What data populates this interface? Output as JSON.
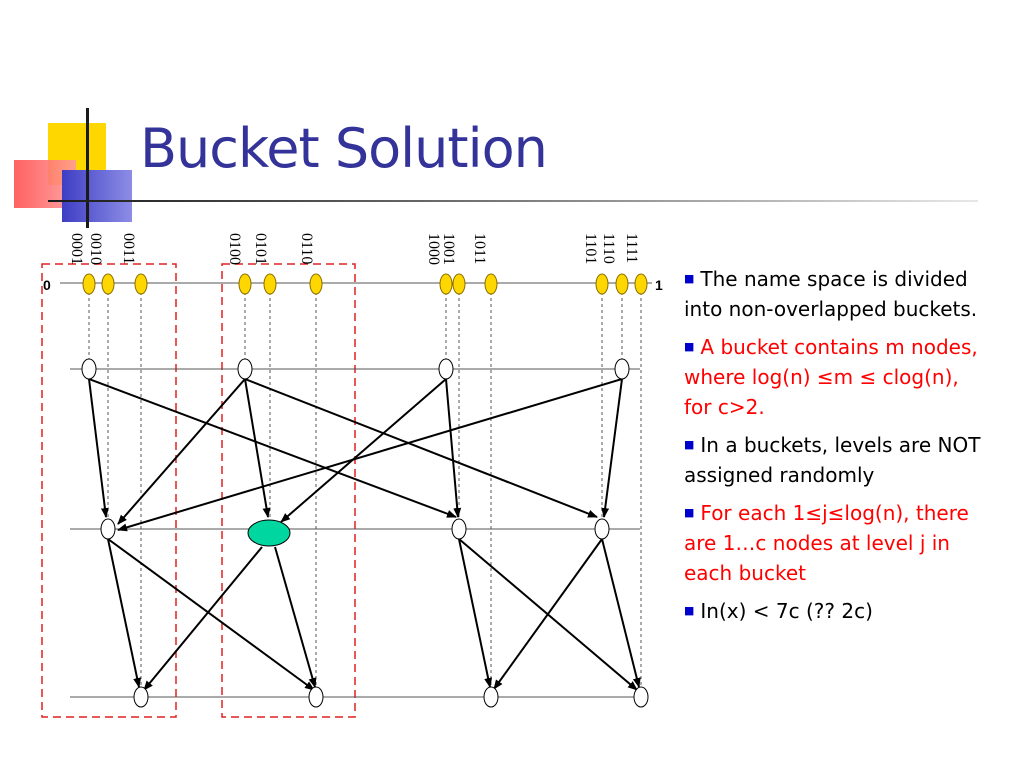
{
  "title": "Bucket Solution",
  "labels": {
    "g1a": "0001",
    "g1b": "0010",
    "g1c": "0011",
    "g2a": "0100",
    "g2b": "0101",
    "g2c": "0110",
    "g3a": "1000",
    "g3b": "1001",
    "g3c": "1011",
    "g4a": "1101",
    "g4b": "1110",
    "g4c": "1111",
    "zero": "0",
    "one": "1"
  },
  "bullets": [
    "The name space is divided into non-overlapped buckets.",
    "A bucket contains m nodes, where log(n) ≤m ≤ clog(n), for c>2.",
    "In a buckets, levels are NOT assigned randomly",
    "For each 1≤j≤log(n), there are 1…c nodes at level j in each bucket",
    "In(x) < 7c (?? 2c)"
  ],
  "colors": {
    "title": "#333399",
    "bullet_marker": "#0000cc",
    "highlight_text": "#ff0000",
    "bucket_border": "#e02020",
    "id_node_fill": "#ffd700",
    "highlight_node_fill": "#00d6a0"
  }
}
